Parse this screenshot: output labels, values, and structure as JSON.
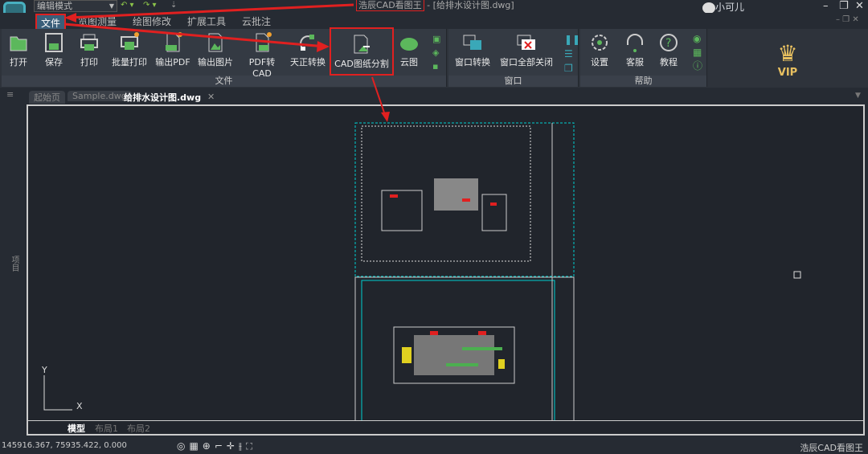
{
  "titlebar": {
    "mode": "编辑模式",
    "app_name": "浩辰CAD看图王",
    "doc": " - [给排水设计图.dwg]",
    "user": "小可儿"
  },
  "menu": [
    "文件",
    "览图测量",
    "绘图修改",
    "扩展工具",
    "云批注"
  ],
  "ribbon": {
    "file_group": {
      "label": "文件",
      "buttons": [
        "打开",
        "保存",
        "打印",
        "批量打印",
        "输出PDF",
        "输出图片",
        "PDF转CAD",
        "天正转换",
        "CAD图纸分割",
        "云图"
      ]
    },
    "window_group": {
      "label": "窗口",
      "buttons": [
        "窗口转换",
        "窗口全部关闭"
      ]
    },
    "help_group": {
      "label": "帮助",
      "buttons": [
        "设置",
        "客服",
        "教程"
      ]
    },
    "vip": "VIP"
  },
  "tabs": [
    "起始页",
    "Sample.dwg",
    "给排水设计图.dwg"
  ],
  "left_panel": "项目",
  "layouts": [
    "模型",
    "布局1",
    "布局2"
  ],
  "axis": {
    "x": "X",
    "y": "Y"
  },
  "status": {
    "coords": "145916.367, 75935.422, 0.000",
    "brand": "浩辰CAD看图王"
  },
  "colors": {
    "accent": "#e02020",
    "cad_cyan": "#00d0d0",
    "cad_green": "#4caf50"
  }
}
